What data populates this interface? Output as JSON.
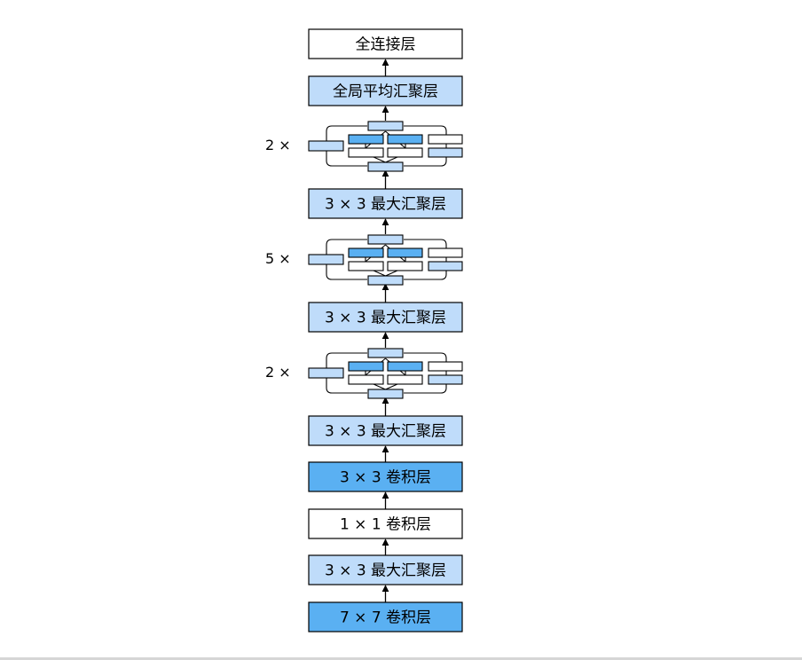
{
  "colors": {
    "light_blue": "#bfdcfa",
    "mid_blue": "#5ab0f2",
    "white": "#ffffff",
    "stroke": "#000000"
  },
  "layers": [
    {
      "id": "fc",
      "label": "全连接层",
      "fill": "white"
    },
    {
      "id": "gap",
      "label": "全局平均汇聚层",
      "fill": "light_blue"
    },
    {
      "id": "pool3",
      "label": "3 × 3 最大汇聚层",
      "fill": "light_blue"
    },
    {
      "id": "pool2",
      "label": "3 × 3 最大汇聚层",
      "fill": "light_blue"
    },
    {
      "id": "pool1",
      "label": "3 × 3 最大汇聚层",
      "fill": "light_blue"
    },
    {
      "id": "conv3",
      "label": "3 × 3 卷积层",
      "fill": "mid_blue"
    },
    {
      "id": "conv2",
      "label": "1 × 1 卷积层",
      "fill": "white"
    },
    {
      "id": "pool0",
      "label": "3 × 3 最大汇聚层",
      "fill": "light_blue"
    },
    {
      "id": "conv1",
      "label": "7 × 7 卷积层",
      "fill": "mid_blue"
    }
  ],
  "inception_groups": [
    {
      "id": "inc3",
      "multiplier": "2 ×"
    },
    {
      "id": "inc2",
      "multiplier": "5 ×"
    },
    {
      "id": "inc1",
      "multiplier": "2 ×"
    }
  ]
}
